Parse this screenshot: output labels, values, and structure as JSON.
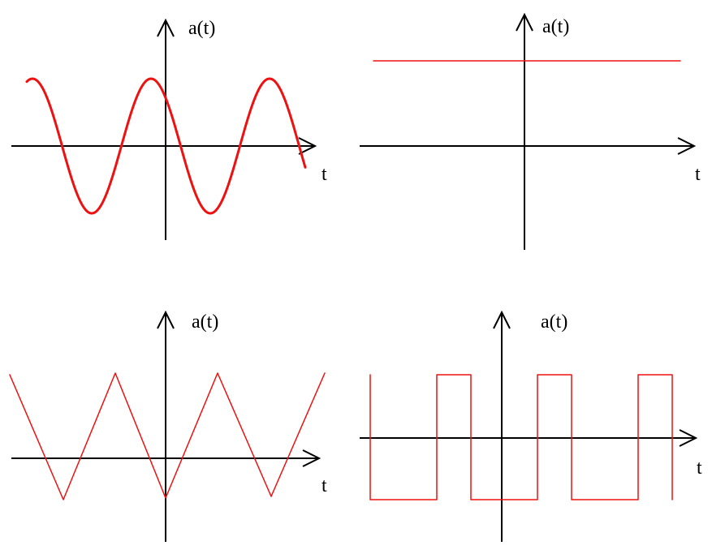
{
  "colors": {
    "axis": "#000000",
    "wave": "#ee1111",
    "background": "#ffffff"
  },
  "panels": [
    {
      "kind": "sine",
      "y_label": "a(t)",
      "x_label": "t",
      "color": "#ee1111"
    },
    {
      "kind": "constant",
      "y_label": "a(t)",
      "x_label": "t",
      "color": "#ee1111"
    },
    {
      "kind": "triangle",
      "y_label": "a(t)",
      "x_label": "t",
      "color": "#ee1111"
    },
    {
      "kind": "square",
      "y_label": "a(t)",
      "x_label": "t",
      "color": "#ee1111"
    }
  ]
}
